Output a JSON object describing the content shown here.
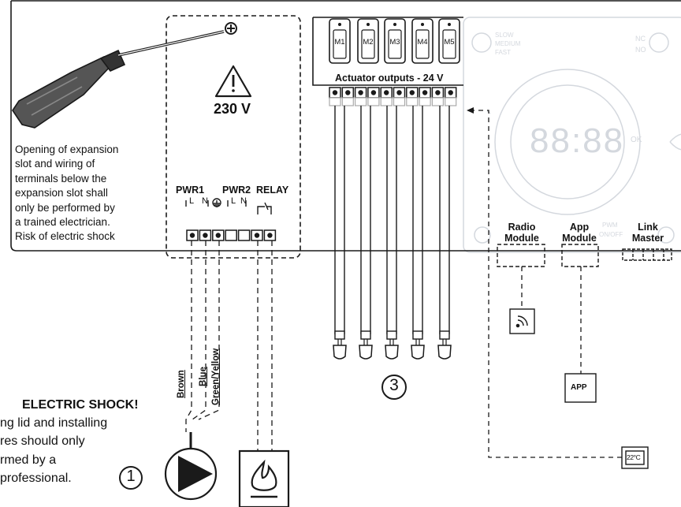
{
  "safety_note": {
    "lines": [
      "Opening of expansion",
      "slot and wiring of",
      "terminals below the",
      "expansion slot shall",
      "only be performed by",
      "a trained electrician.",
      "Risk of electric shock"
    ]
  },
  "voltage_label": "230 V",
  "power_terminals": {
    "pwr1": "PWR1",
    "pwr2": "PWR2",
    "relay": "RELAY",
    "pwr1_pins": [
      "L",
      "N"
    ],
    "pwr2_pins": [
      "L",
      "N"
    ]
  },
  "wire_labels": [
    "Brown",
    "Blue",
    "Green/Yellow"
  ],
  "actuators": {
    "labels": [
      "M1",
      "M2",
      "M3",
      "M4",
      "M5"
    ],
    "title": "Actuator outputs - 24 V"
  },
  "modules": {
    "radio": [
      "Radio",
      "Module"
    ],
    "app": [
      "App",
      "Module"
    ],
    "link": [
      "Link",
      "Master"
    ]
  },
  "app_box": "APP",
  "thermostat": "22°C",
  "numbers": {
    "pump": "1",
    "actuators": "3"
  },
  "warning": {
    "title": "ELECTRIC SHOCK!",
    "lines": [
      "ng lid and installing",
      "res should only",
      "rmed by a",
      "professional."
    ]
  },
  "faded_controller": {
    "speed_labels": [
      "SLOW",
      "MEDIUM",
      "FAST"
    ],
    "nc_no": [
      "NC",
      "NO"
    ],
    "display": "88:88",
    "ok": "OK",
    "misc": [
      "PWM",
      "ON/OFF"
    ]
  },
  "colors": {
    "line": "#1a1a1a",
    "faded": "#d4d8de",
    "paper": "#ffffff"
  },
  "icons": [
    "screwdriver-icon",
    "warning-triangle-icon",
    "earth-icon",
    "pump-icon",
    "flame-icon",
    "wifi-icon",
    "thermostat-icon"
  ]
}
